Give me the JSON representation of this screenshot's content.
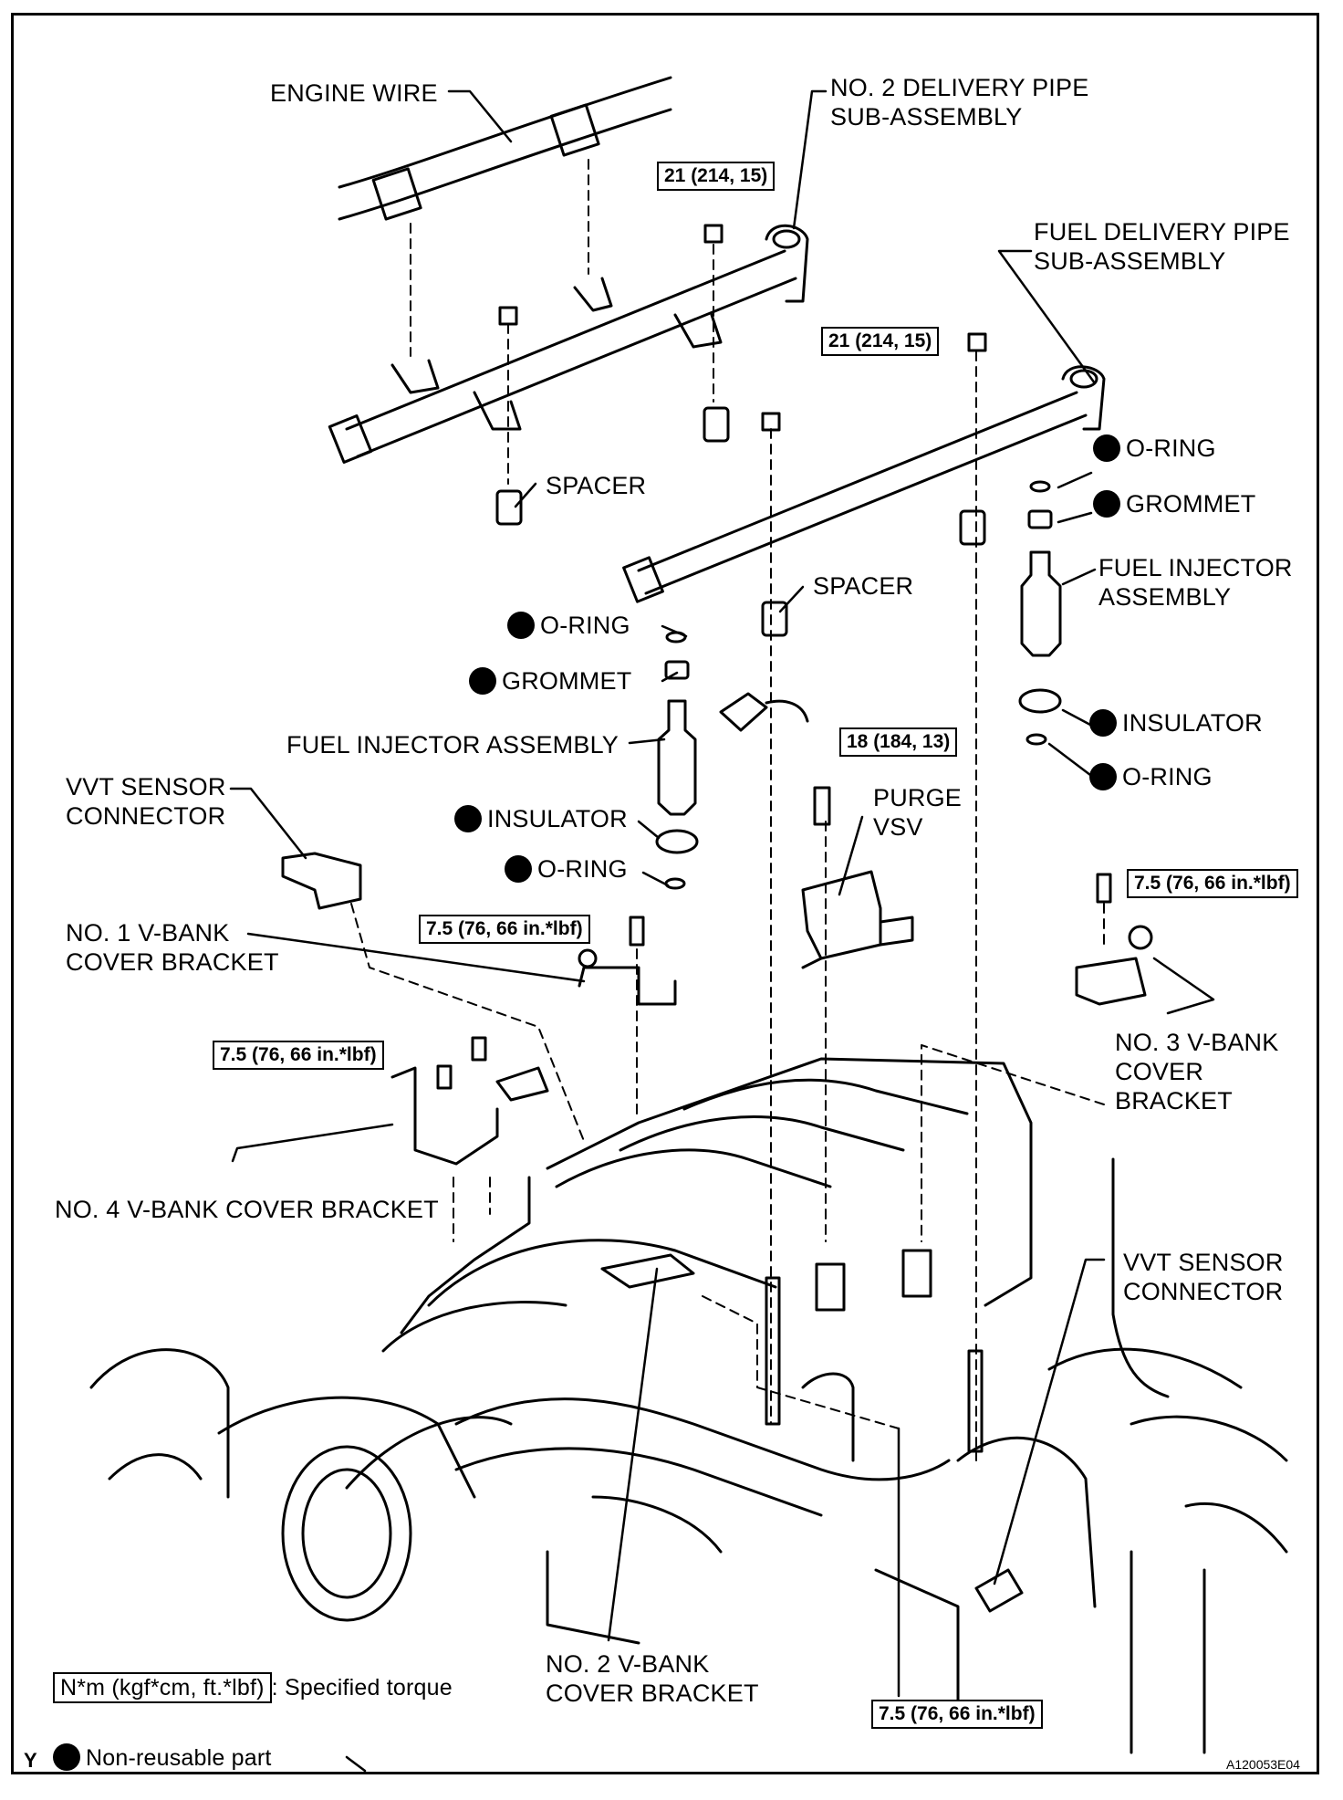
{
  "labels": {
    "engine_wire": "ENGINE WIRE",
    "no2_delivery_pipe": "NO. 2 DELIVERY PIPE\nSUB-ASSEMBLY",
    "fuel_delivery_pipe": "FUEL DELIVERY PIPE\nSUB-ASSEMBLY",
    "spacer_left": "SPACER",
    "spacer_mid": "SPACER",
    "oring_right_top": "O-RING",
    "grommet_right": "GROMMET",
    "fuel_injector_right": "FUEL INJECTOR\nASSEMBLY",
    "insulator_right": "INSULATOR",
    "oring_right_bottom": "O-RING",
    "oring_left_top": "O-RING",
    "grommet_left": "GROMMET",
    "fuel_injector_left": "FUEL INJECTOR ASSEMBLY",
    "insulator_left": "INSULATOR",
    "oring_left_bottom": "O-RING",
    "vvt_sensor_left": "VVT SENSOR\nCONNECTOR",
    "purge_vsv": "PURGE\nVSV",
    "no1_vbank": "NO. 1 V-BANK\nCOVER BRACKET",
    "no3_vbank": "NO. 3 V-BANK\nCOVER\nBRACKET",
    "no4_vbank": "NO. 4 V-BANK COVER BRACKET",
    "vvt_sensor_right": "VVT SENSOR\nCONNECTOR",
    "no2_vbank": "NO. 2 V-BANK\nCOVER BRACKET"
  },
  "torques": {
    "t_no2_pipe": "21 (214, 15)",
    "t_fuel_pipe": "21 (214, 15)",
    "t_purge": "18 (184, 13)",
    "t_no3": "7.5 (76, 66 in.*lbf)",
    "t_no1": "7.5 (76, 66 in.*lbf)",
    "t_no4": "7.5 (76, 66 in.*lbf)",
    "t_no2_bottom": "7.5 (76, 66 in.*lbf)"
  },
  "legend": {
    "torque_unit": "N*m (kgf*cm, ft.*lbf)",
    "torque_desc": ": Specified torque",
    "non_reusable": "Non-reusable part"
  },
  "corner": {
    "left_mark": "Y",
    "figure_code": "A120053E04"
  }
}
